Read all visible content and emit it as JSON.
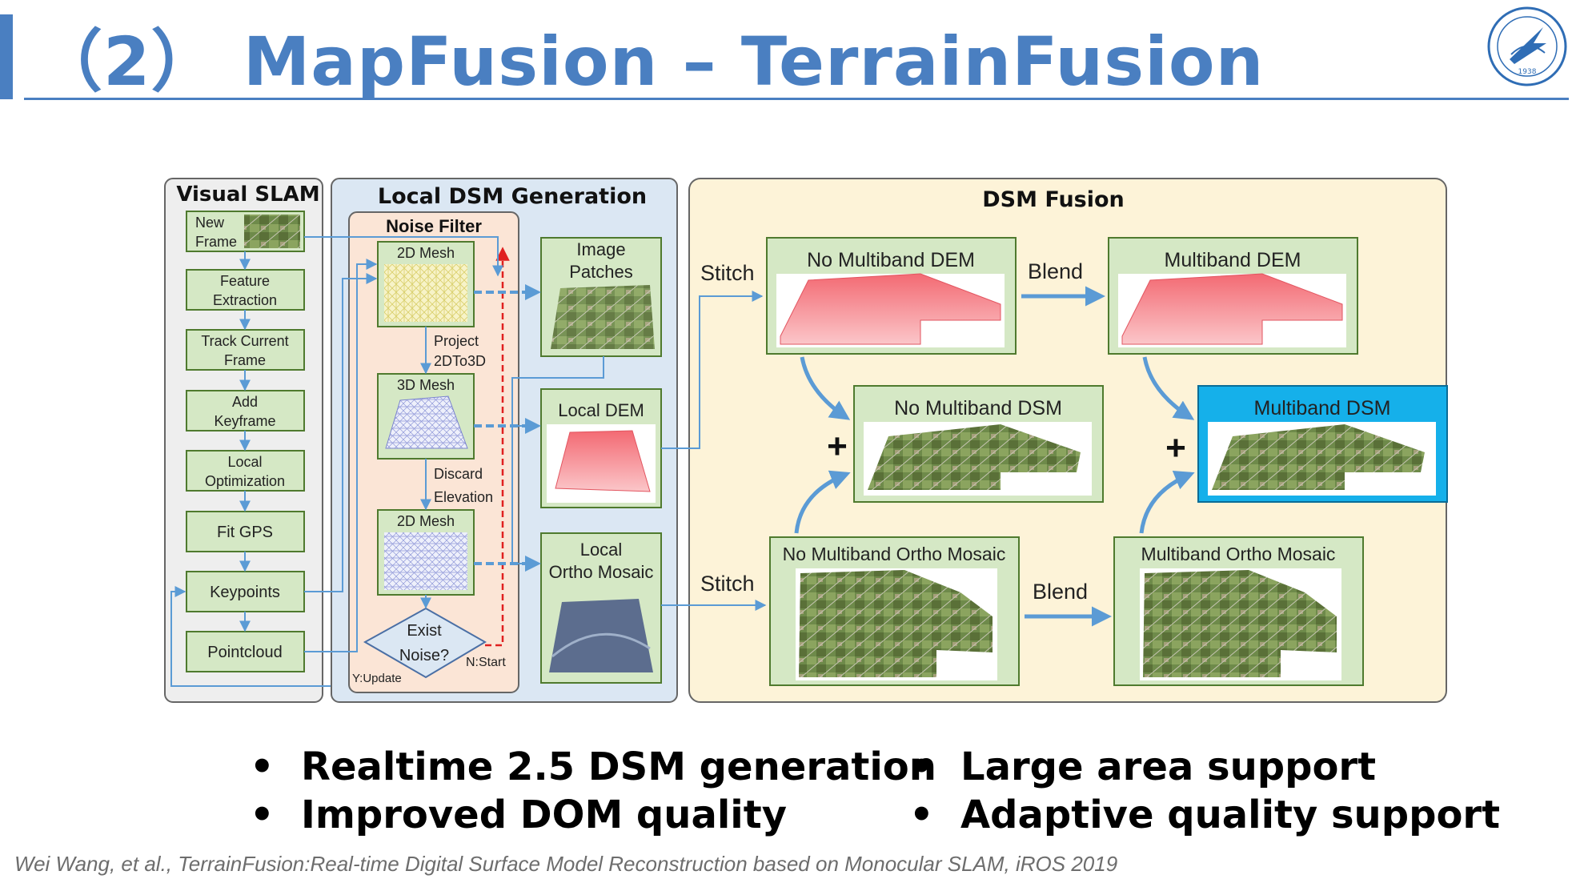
{
  "slide": {
    "title": "（2） MapFusion – TerrainFusion",
    "citation": "Wei Wang, et al., TerrainFusion:Real-time Digital Surface Model Reconstruction based on Monocular SLAM, iROS 2019",
    "bullets_left": [
      "Realtime 2.5 DSM generation",
      "Improved DOM quality"
    ],
    "bullets_right": [
      "Large area support",
      "Adaptive quality support"
    ],
    "bullet_char": "•",
    "logo_text": "1938"
  },
  "colors": {
    "accent": "#4a7fc1",
    "slam_bg": "#eeeeee",
    "local_dsm_bg": "#dbe7f3",
    "noise_filter_bg": "#fbe5d6",
    "dsm_fusion_bg": "#fdf3d8",
    "node_green": "#d5e8c5",
    "highlight": "#15b0ea",
    "arrow": "#5b9bd5",
    "dashed_red": "#e02020"
  },
  "diagram": {
    "visual_slam": {
      "title": "Visual SLAM",
      "nodes": [
        {
          "id": "new-frame",
          "lines": [
            "New",
            "Frame"
          ]
        },
        {
          "id": "feature-extraction",
          "lines": [
            "Feature",
            "Extraction"
          ]
        },
        {
          "id": "track-current-frame",
          "lines": [
            "Track Current",
            "Frame"
          ]
        },
        {
          "id": "add-keyframe",
          "lines": [
            "Add",
            "Keyframe"
          ]
        },
        {
          "id": "local-optimization",
          "lines": [
            "Local",
            "Optimization"
          ]
        },
        {
          "id": "fit-gps",
          "lines": [
            "Fit GPS"
          ]
        },
        {
          "id": "keypoints",
          "lines": [
            "Keypoints"
          ]
        },
        {
          "id": "pointcloud",
          "lines": [
            "Pointcloud"
          ]
        }
      ]
    },
    "local_dsm": {
      "title": "Local DSM Generation",
      "noise_filter": "Noise Filter",
      "mesh_2d_top": "2D Mesh",
      "mesh_3d": "3D Mesh",
      "mesh_2d_bottom": "2D Mesh",
      "project": [
        "Project",
        "2DTo3D"
      ],
      "discard": [
        "Discard",
        "Elevation"
      ],
      "exist_noise": [
        "Exist",
        "Noise?"
      ],
      "n_start": "N:Start",
      "y_update": "Y:Update",
      "image_patches": [
        "Image",
        "Patches"
      ],
      "local_dem": [
        "Local DEM"
      ],
      "local_ortho": [
        "Local",
        "Ortho Mosaic"
      ]
    },
    "dsm_fusion": {
      "title": "DSM Fusion",
      "stitch_top": "Stitch",
      "stitch_bottom": "Stitch",
      "blend_top": "Blend",
      "blend_bottom": "Blend",
      "no_multiband_dem": "No Multiband DEM",
      "multiband_dem": "Multiband DEM",
      "no_multiband_dsm": "No Multiband DSM",
      "multiband_dsm": "Multiband DSM",
      "no_multiband_ortho": "No Multiband Ortho Mosaic",
      "multiband_ortho": "Multiband Ortho Mosaic",
      "plus": "+"
    }
  }
}
